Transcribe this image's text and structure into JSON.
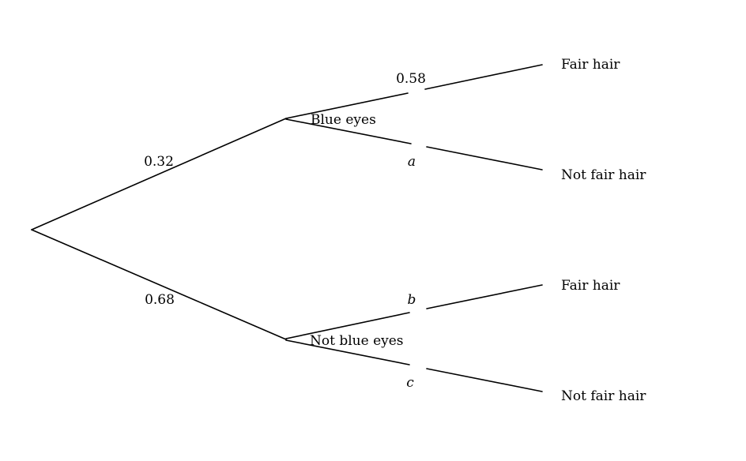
{
  "diagram": {
    "type": "probability-tree",
    "colors": {
      "line": "#000000",
      "text": "#000000",
      "background": "#ffffff"
    },
    "branches": [
      {
        "probability": "0.32",
        "label": "Blue eyes",
        "children": [
          {
            "probability": "0.58",
            "label": "Fair hair"
          },
          {
            "probability": "a",
            "label": "Not fair hair"
          }
        ]
      },
      {
        "probability": "0.68",
        "label": "Not blue eyes",
        "children": [
          {
            "probability": "b",
            "label": "Fair hair"
          },
          {
            "probability": "c",
            "label": "Not fair hair"
          }
        ]
      }
    ]
  }
}
